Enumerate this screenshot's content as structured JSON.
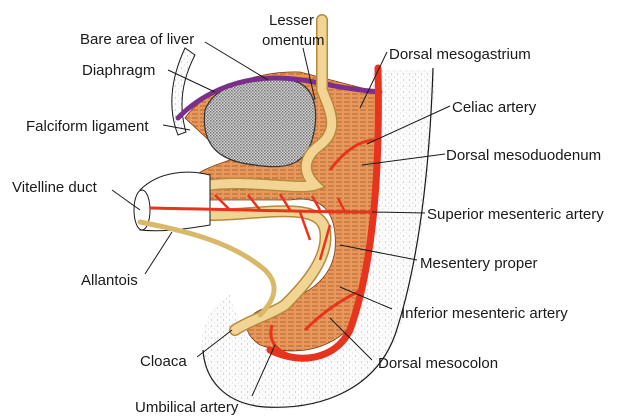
{
  "title": "Embryonic mesenteries diagram",
  "colors": {
    "mesentery": "#e9975a",
    "artery": "#e8331f",
    "gut": "#f2d595",
    "liver": "#c8c8c8",
    "diaphragm": "#7b2e8c",
    "body_wall": "#f4f4f4"
  },
  "labels": {
    "bare_area_of_liver": "Bare area of liver",
    "lesser_omentum_line1": "Lesser",
    "lesser_omentum_line2": "omentum",
    "diaphragm": "Diaphragm",
    "falciform_ligament": "Falciform ligament",
    "dorsal_mesogastrium": "Dorsal mesogastrium",
    "celiac_artery": "Celiac artery",
    "dorsal_mesoduodenum": "Dorsal mesoduodenum",
    "vitelline_duct": "Vitelline duct",
    "superior_mesenteric_artery": "Superior mesenteric artery",
    "allantois": "Allantois",
    "mesentery_proper": "Mesentery proper",
    "inferior_mesenteric_artery": "Inferior mesenteric artery",
    "cloaca": "Cloaca",
    "dorsal_mesocolon": "Dorsal mesocolon",
    "umbilical_artery": "Umbilical artery"
  }
}
